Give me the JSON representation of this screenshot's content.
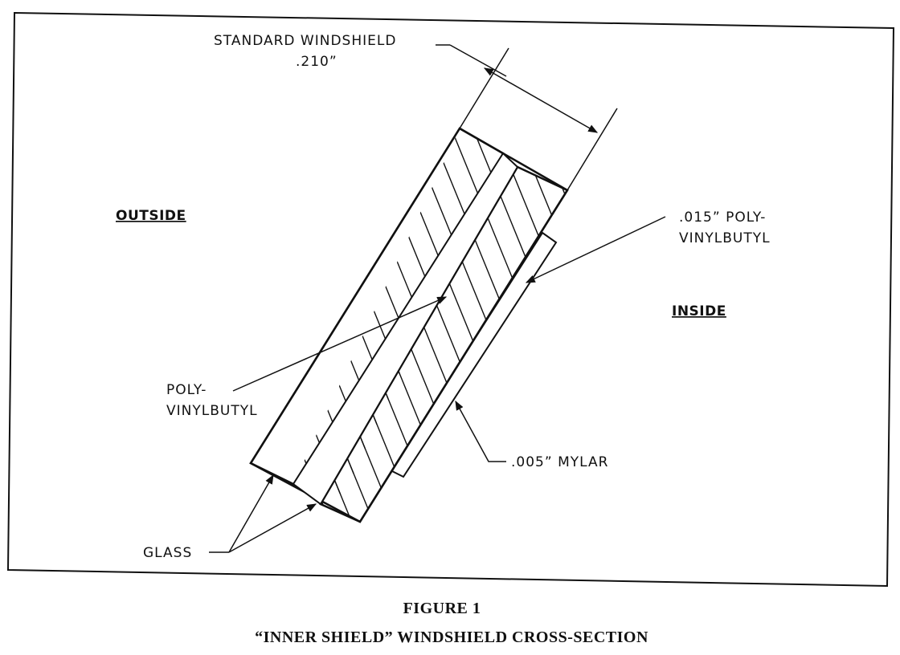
{
  "figure": {
    "number_label": "FIGURE 1",
    "title": "“INNER SHIELD” WINDSHIELD CROSS-SECTION"
  },
  "diagram": {
    "dimension_label_line1": "STANDARD WINDSHIELD",
    "dimension_label_line2": ".210”",
    "outside_label": "OUTSIDE",
    "inside_label": "INSIDE",
    "thin_interlayer_label_line1": ".015” POLY-",
    "thin_interlayer_label_line2": "VINYLBUTYL",
    "interlayer_label_line1": "POLY-",
    "interlayer_label_line2": "VINYLBUTYL",
    "mylar_label": ".005” MYLAR",
    "glass_label": "GLASS"
  },
  "colors": {
    "ink": "#111111",
    "paper": "#ffffff"
  }
}
